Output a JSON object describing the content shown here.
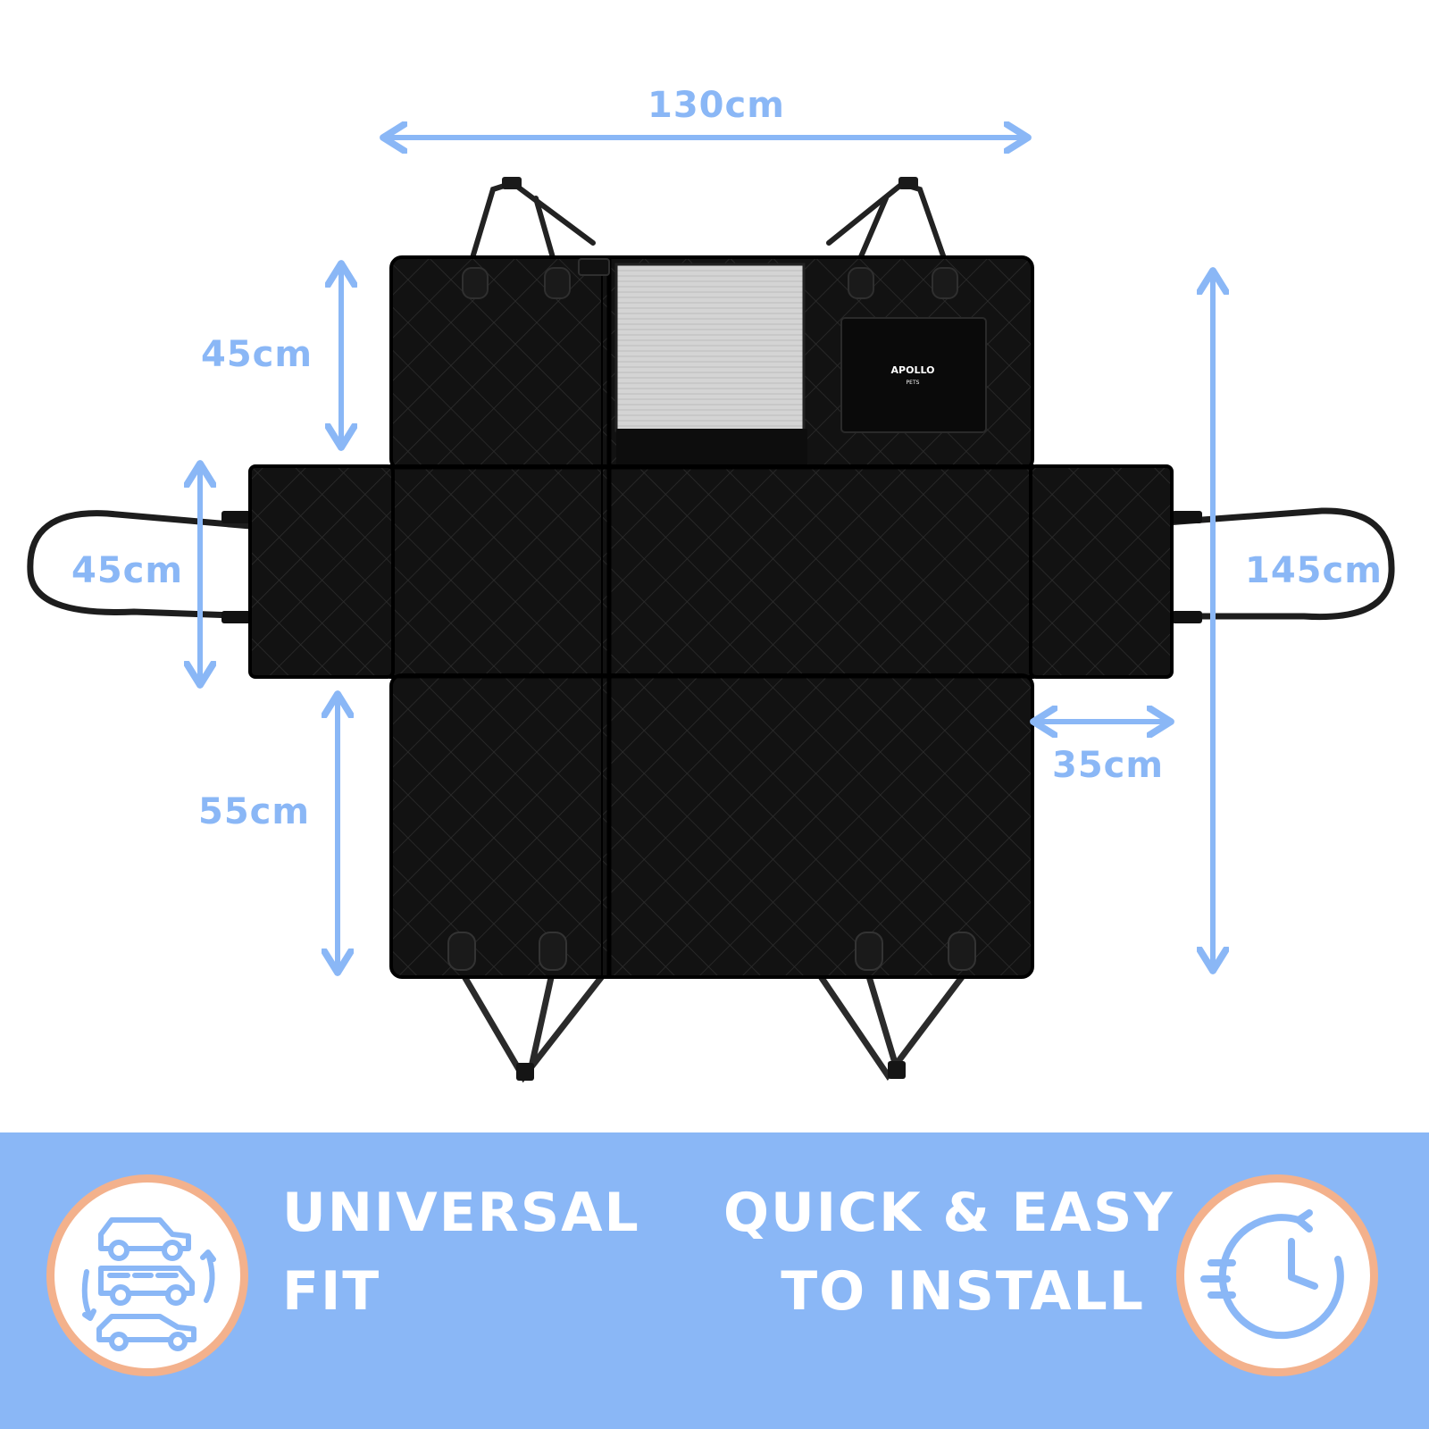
{
  "colors": {
    "accent": "#8ab7f6",
    "banner": "#8ab7f6",
    "badge_ring": "#f3b18c",
    "fabric": "#111111",
    "mesh": "#cfcfcf"
  },
  "dimensions": {
    "top_width": "130cm",
    "backrest_height": "45cm",
    "side_flap_height": "45cm",
    "total_height": "145cm",
    "side_flap_width": "35cm",
    "seat_depth": "55cm"
  },
  "product": {
    "logo_text": "APOLLO",
    "logo_sub": "PETS"
  },
  "features": [
    {
      "line1": "UNIVERSAL",
      "line2": "FIT",
      "icon": "vehicles-cycle-icon"
    },
    {
      "line1": "QUICK & EASY",
      "line2": "TO INSTALL",
      "icon": "fast-clock-icon"
    }
  ]
}
